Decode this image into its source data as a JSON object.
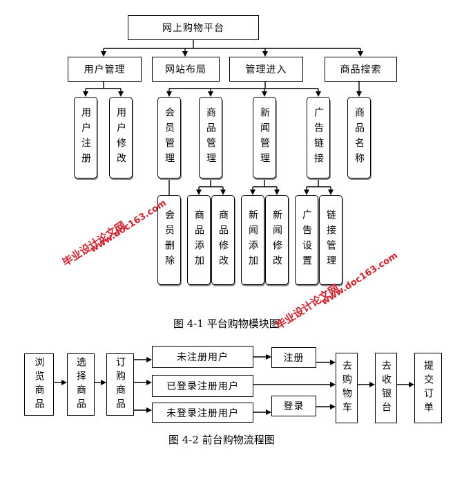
{
  "diagram1": {
    "root": "网上购物平台",
    "level1": [
      "用户管理",
      "网站布局",
      "管理进入",
      "商品搜索"
    ],
    "level2": [
      "用户注册",
      "用户修改",
      "会员管理",
      "商品管理",
      "新闻管理",
      "广告链接",
      "商品名称"
    ],
    "level3": [
      "会员删除",
      "商品添加",
      "商品修改",
      "新闻添加",
      "新闻修改",
      "广告设置",
      "链接管理"
    ],
    "caption": "图 4-1 平台购物模块图"
  },
  "diagram2": {
    "steps": [
      "浏览商品",
      "选择商品",
      "订购商品"
    ],
    "user_types": [
      "未注册用户",
      "已登录注册用户",
      "未登录注册用户"
    ],
    "actions": [
      "注册",
      "登录"
    ],
    "flow": [
      "去购物车",
      "去收银台",
      "提交订单"
    ],
    "caption": "图 4-2 前台购物流程图"
  },
  "watermarks": [
    "毕业设计论文网",
    "www.doc163.com"
  ]
}
